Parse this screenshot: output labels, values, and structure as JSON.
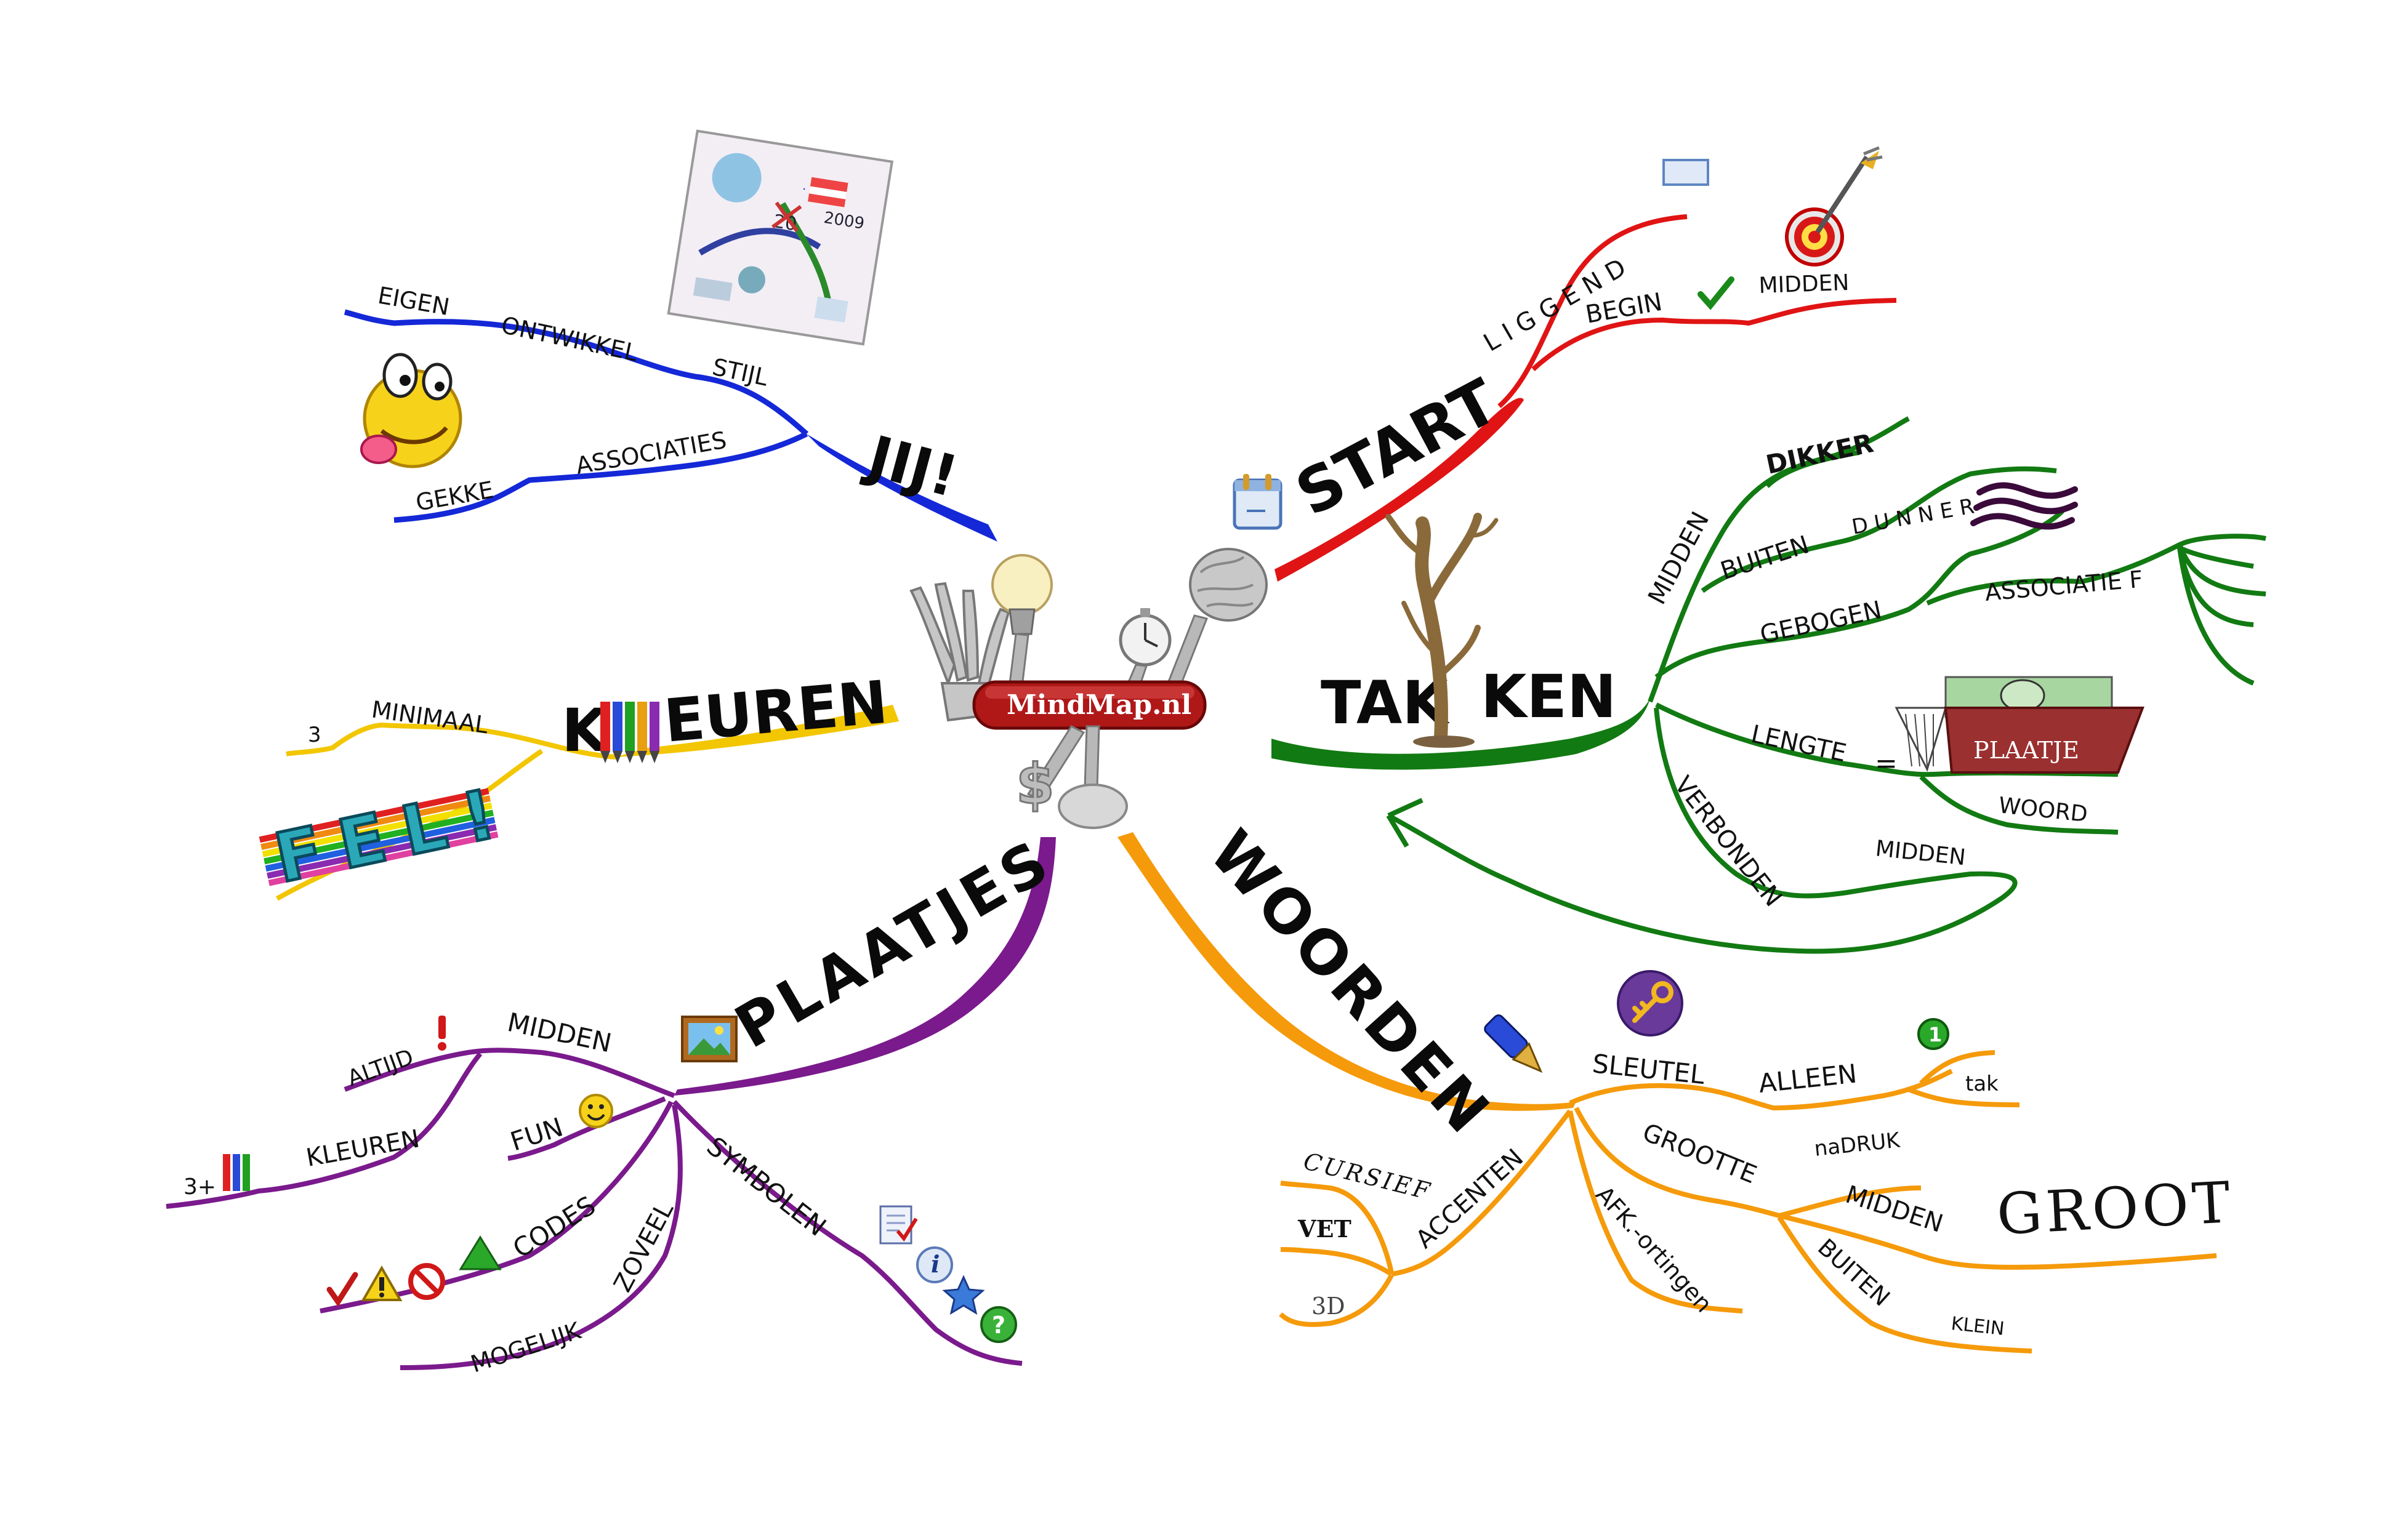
{
  "center": {
    "label": "MindMap.nl"
  },
  "colors": {
    "blue": "#1428d8",
    "red": "#e01414",
    "green": "#127a12",
    "yellow": "#f2c600",
    "purple": "#7a1a8c",
    "orange": "#f59a0a"
  },
  "jij": {
    "title": "JIJ!",
    "eigen": "EIGEN",
    "ontwikkel": "ONTWIKKEL",
    "stijl": "STIJL",
    "associaties": "ASSOCIATIES",
    "gekke": "GEKKE"
  },
  "start": {
    "title": "START",
    "liggend": "L I G G E N D",
    "begin": "BEGIN",
    "midden": "MIDDEN"
  },
  "takken": {
    "title_left": "TAK",
    "title_right": "KEN",
    "midden": "MIDDEN",
    "dikker": "DIKKER",
    "buiten": "BUITEN",
    "dunner": "D U N N E R",
    "gebogen": "GEBOGEN",
    "associatief": "ASSOCIATIE F",
    "lengte": "LENGTE",
    "equals": "=",
    "plaatje": "PLAATJE",
    "woord": "WOORD",
    "verbonden": "VERBONDEN",
    "midden2": "MIDDEN"
  },
  "kleuren": {
    "title_left": "K",
    "title_right": "EUREN",
    "minimaal": "MINIMAAL",
    "three": "3",
    "fel": "FEL!"
  },
  "plaatjes": {
    "title": "PLAATJES",
    "midden": "MIDDEN",
    "altijd": "ALTIJD",
    "kleuren": "KLEUREN",
    "threeplus": "3+",
    "fun": "FUN",
    "codes": "CODES",
    "zoveel": "ZOVEEL",
    "mogelijk": "MOGELIJK",
    "symbolen": "SYMBOLEN"
  },
  "woorden": {
    "title": "WOORDEN",
    "sleutel": "SLEUTEL",
    "alleen": "ALLEEN",
    "tak": "tak",
    "grootte": "GROOTTE",
    "nadruk": "naDRUK",
    "midden": "MIDDEN",
    "groot": "GROOT",
    "buiten": "BUITEN",
    "klein": "KLEIN",
    "accenten": "ACCENTEN",
    "cursief": "CURSIEF",
    "vet": "VET",
    "threed": "3D",
    "afkortingen": "AFK.-ortingen"
  },
  "icons": [
    "yellow-smiley-tongue-icon",
    "drawing-thumbnail-icon",
    "calendar-icon",
    "rectangle-icon",
    "checkmark-icon",
    "dart-target-icon",
    "bare-tree-icon",
    "wavy-lines-icon",
    "curtain-picture-icon",
    "crayons-icon",
    "picture-frame-icon",
    "exclamation-icon",
    "smiley-icon",
    "warning-icon",
    "no-entry-icon",
    "green-triangle-icon",
    "document-check-icon",
    "info-icon",
    "star-icon",
    "question-icon",
    "fountain-pen-icon",
    "key-icon",
    "number-one-icon",
    "swiss-knife-icon"
  ]
}
